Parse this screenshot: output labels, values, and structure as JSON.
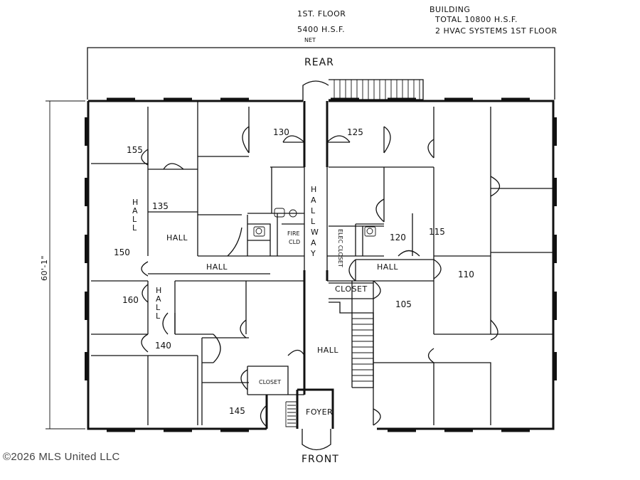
{
  "header": {
    "floor_line1": "1ST. FLOOR",
    "floor_line2": "5400 H.S.F.",
    "floor_line3": "NET",
    "building_line1": "BUILDING",
    "building_line2": "TOTAL 10800 H.S.F.",
    "building_line3": "2 HVAC SYSTEMS 1ST FLOOR"
  },
  "orientation": {
    "rear": "REAR",
    "front": "FRONT"
  },
  "dimension": "60'-1\"",
  "rooms": [
    "155",
    "135",
    "150",
    "160",
    "140",
    "145",
    "130",
    "125",
    "120",
    "115",
    "110",
    "105"
  ],
  "labels": {
    "hall": "HALL",
    "hallway": "HALLWAY",
    "closet": "CLOSET",
    "foyer": "FOYER",
    "fire": "FIRE",
    "cld": "CLD",
    "elec": "ELEC CLOSET"
  },
  "watermark": "©2026 MLS United LLC"
}
